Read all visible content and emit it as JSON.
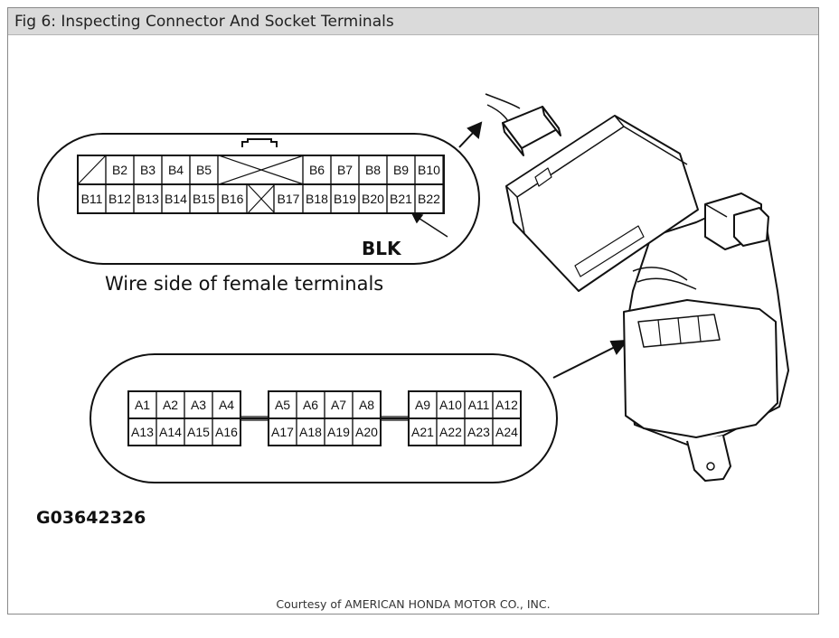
{
  "title": "Fig 6: Inspecting Connector And Socket Terminals",
  "diagram": {
    "b_connector": {
      "row1": [
        "",
        "B2",
        "B3",
        "B4",
        "B5",
        "",
        "B6",
        "B7",
        "B8",
        "B9",
        "B10"
      ],
      "row2": [
        "B11",
        "B12",
        "B13",
        "B14",
        "B15",
        "B16",
        "",
        "B17",
        "B18",
        "B19",
        "B20",
        "B21",
        "B22"
      ],
      "wire_color_label": "BLK",
      "caption": "Wire side of female terminals"
    },
    "a_connector": {
      "group1_row1": [
        "A1",
        "A2",
        "A3",
        "A4"
      ],
      "group1_row2": [
        "A13",
        "A14",
        "A15",
        "A16"
      ],
      "group2_row1": [
        "A5",
        "A6",
        "A7",
        "A8"
      ],
      "group2_row2": [
        "A17",
        "A18",
        "A19",
        "A20"
      ],
      "group3_row1": [
        "A9",
        "A10",
        "A11",
        "A12"
      ],
      "group3_row2": [
        "A21",
        "A22",
        "A23",
        "A24"
      ]
    },
    "figure_code": "G03642326"
  },
  "credit": "Courtesy of AMERICAN HONDA MOTOR CO., INC."
}
